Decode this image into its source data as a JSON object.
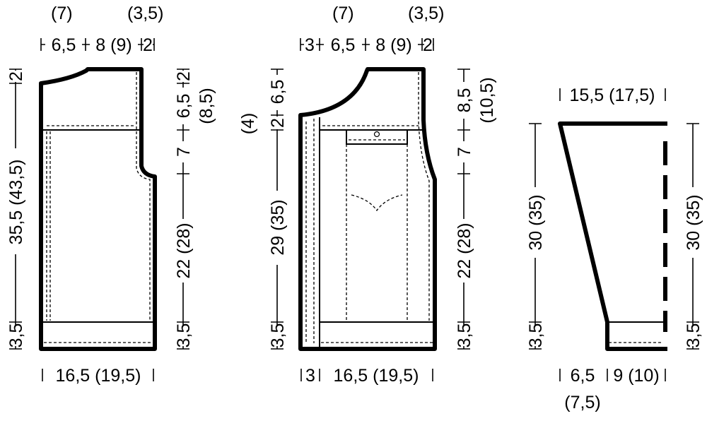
{
  "back": {
    "top": {
      "neck_alt": "(7)",
      "shoulder_alt": "(3,5)",
      "segments": [
        "6,5",
        "8 (9)",
        "2"
      ]
    },
    "left_side": {
      "top": "2",
      "main": "35,5 (43,5)",
      "ribbing": "3,5"
    },
    "right_side": {
      "top": "2",
      "upper": "6,5",
      "upper_alt": "(8,5)",
      "armhole": "7",
      "lower": "22 (28)",
      "ribbing": "3,5"
    },
    "bottom": {
      "width": "16,5 (19,5)"
    }
  },
  "front": {
    "top": {
      "neck_alt": "(7)",
      "shoulder_alt": "(3,5)",
      "segments": [
        "3",
        "6,5",
        "8 (9)",
        "2"
      ]
    },
    "left_side": {
      "neck_alt": "(4)",
      "top": "6,5",
      "mid": "2",
      "main": "29 (35)",
      "ribbing": "3,5"
    },
    "right_side": {
      "upper": "8,5",
      "upper_alt": "(10,5)",
      "armhole": "7",
      "lower": "22 (28)",
      "ribbing": "3,5"
    },
    "bottom": {
      "band": "3",
      "width": "16,5 (19,5)"
    }
  },
  "sleeve": {
    "top": {
      "width": "15,5 (17,5)"
    },
    "left_side": {
      "main": "30 (35)",
      "ribbing": "3,5"
    },
    "right_side": {
      "main": "30 (35)",
      "ribbing": "3,5"
    },
    "bottom": {
      "left": "6,5",
      "left_alt": "(7,5)",
      "right": "9 (10)"
    }
  }
}
